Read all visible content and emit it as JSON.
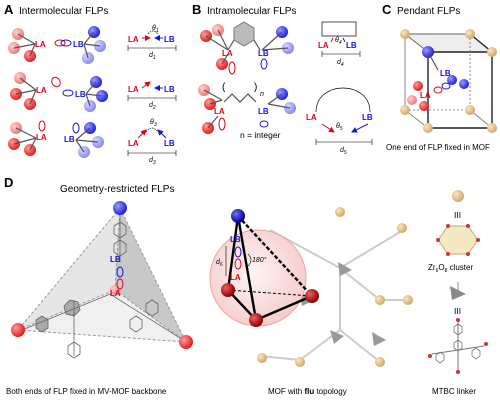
{
  "panels": {
    "a": {
      "letter": "A",
      "title": "Intermolecular FLPs",
      "d1": "d",
      "d1_sub": "1",
      "d2": "d",
      "d2_sub": "2",
      "d3": "d",
      "d3_sub": "3",
      "theta1": "θ",
      "theta1_sub": "1",
      "theta3": "θ",
      "theta3_sub": "3"
    },
    "b": {
      "letter": "B",
      "title": "Intramolecular FLPs",
      "n_note": "n = integer",
      "n_sub": "n",
      "d4": "d",
      "d4_sub": "4",
      "d5": "d",
      "d5_sub": "5",
      "theta4": "θ",
      "theta4_sub": "4",
      "theta5": "θ",
      "theta5_sub": "5"
    },
    "c": {
      "letter": "C",
      "title": "Pendant FLPs",
      "caption": "One end of FLP fixed in MOF"
    },
    "d": {
      "letter": "D",
      "title": "Geometry-restricted FLPs",
      "caption_left": "Both ends of FLP fixed in MV-MOF backbone",
      "caption_mid_prefix": "MOF with ",
      "caption_mid_bold": "flu",
      "caption_mid_suffix": " topology",
      "angle": "180°",
      "d6": "d",
      "d6_sub": "6",
      "cluster_label": "Zr",
      "cluster_sub1": "6",
      "cluster_mid": "O",
      "cluster_sub2": "8",
      "cluster_suffix": " cluster",
      "linker_label": "MTBC linker",
      "equiv": "III"
    }
  },
  "labels": {
    "la": "LA",
    "lb": "LB"
  },
  "colors": {
    "acid": "#e0001a",
    "base": "#1414e6",
    "red_atom": "#f04848",
    "blue_atom": "#3a3aee",
    "gold_atom": "#c8a46a"
  }
}
